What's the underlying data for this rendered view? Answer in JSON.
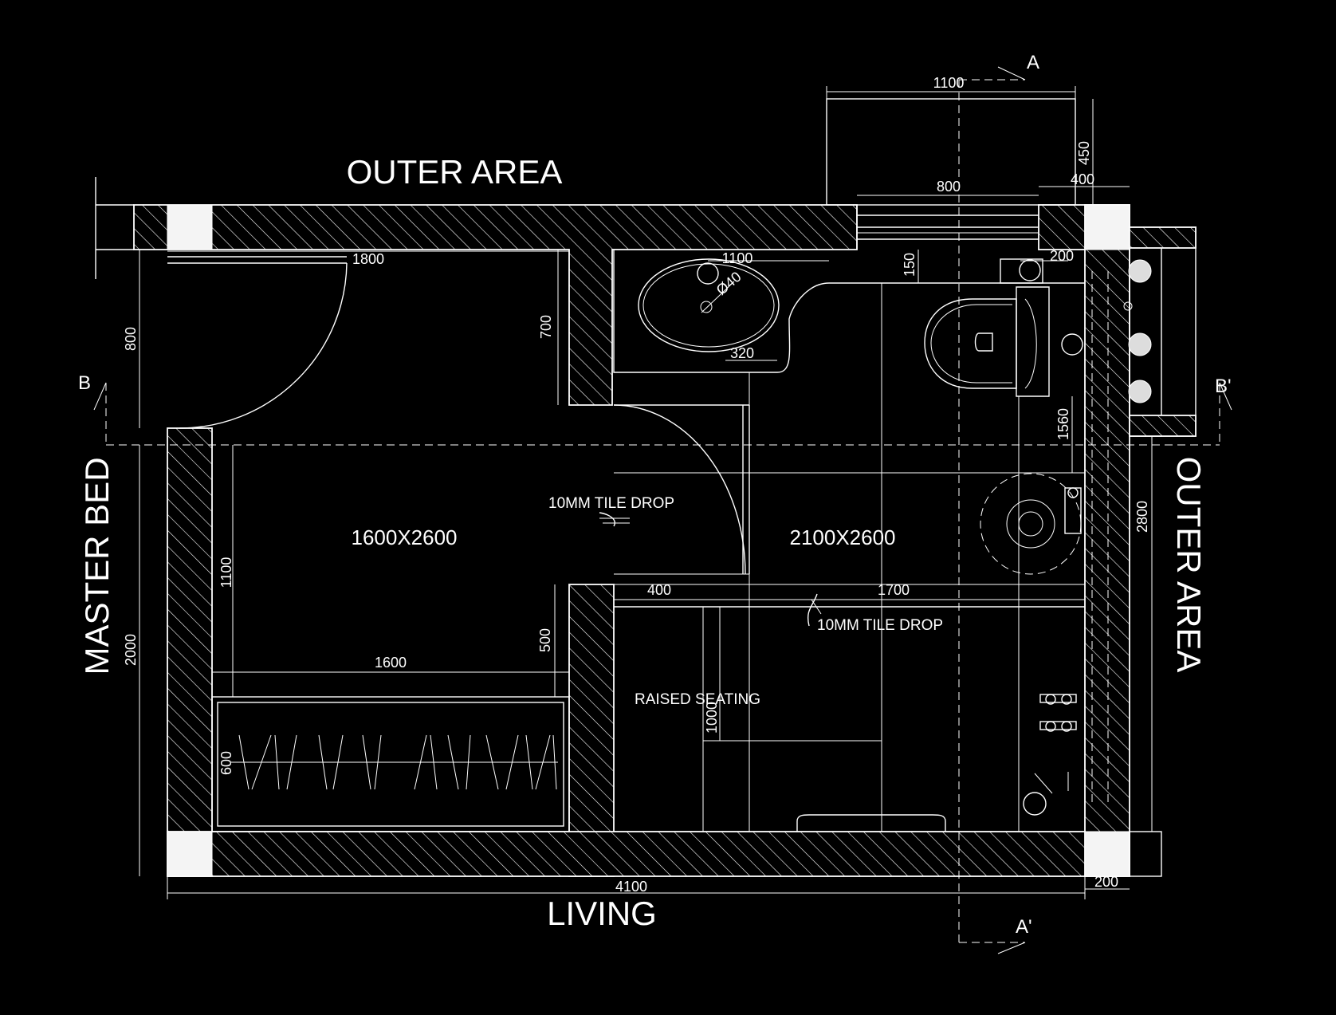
{
  "labels": {
    "outer_area_top": "OUTER AREA",
    "outer_area_right": "OUTER AREA",
    "master_bed": "MASTER BED",
    "living": "LIVING",
    "room_left": "1600X2600",
    "room_right": "2100X2600",
    "tile_drop_1": "10MM TILE DROP",
    "tile_drop_2": "10MM TILE DROP",
    "raised_seating": "RAISED SEATING",
    "section_a": "A",
    "section_a_prime": "A'",
    "section_b": "B",
    "section_b_prime": "B'"
  },
  "dimensions": {
    "d1100_top": "1100",
    "d450": "450",
    "d800_top": "800",
    "d400_top": "400",
    "d1800": "1800",
    "d1100_basin": "1100",
    "d150": "150",
    "d200_top": "200",
    "d_dia40": "Ø40",
    "d320": "320",
    "d800_left": "800",
    "d700": "700",
    "d1560": "1560",
    "d2800": "2800",
    "d1100_left": "1100",
    "d400_mid": "400",
    "d1700": "1700",
    "d500": "500",
    "d1600": "1600",
    "d2000": "2000",
    "d1000": "1000",
    "d600": "600",
    "d4100": "4100",
    "d200_bottom": "200"
  }
}
